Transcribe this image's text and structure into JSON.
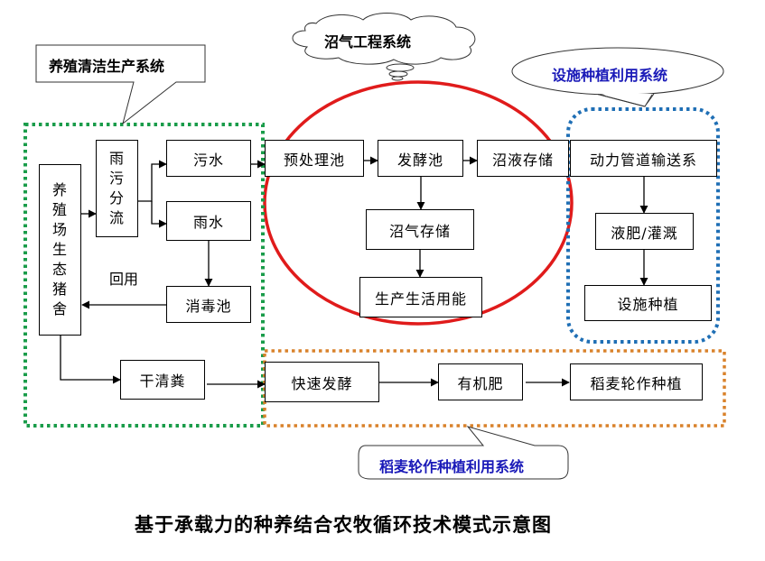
{
  "title": "基于承载力的种养结合农牧循环技术模式示意图",
  "colors": {
    "green_system": "#1a9c4a",
    "red_system": "#e01b1b",
    "blue_system": "#1f6fb5",
    "orange_system": "#d9822b",
    "callout_text_blue": "#1a1ab8"
  },
  "systems": {
    "breeding": {
      "label": "养殖清洁生产系统"
    },
    "biogas": {
      "label": "沼气工程系统"
    },
    "facility": {
      "label": "设施种植利用系统"
    },
    "rotation": {
      "label": "稻麦轮作种植利用系统"
    }
  },
  "nodes": {
    "pig_farm": {
      "chars": [
        "养",
        "殖",
        "场",
        "生",
        "态",
        "猪",
        "舍"
      ]
    },
    "rain_sewage_split": {
      "chars": [
        "雨",
        "污",
        "分",
        "流"
      ]
    },
    "sewage": {
      "label": "污水"
    },
    "rainwater": {
      "label": "雨水"
    },
    "disinfection_pool": {
      "label": "消毒池"
    },
    "dry_manure": {
      "label": "干清粪"
    },
    "pretreatment_pool": {
      "label": "预处理池"
    },
    "fermentation_pool": {
      "label": "发酵池"
    },
    "slurry_storage": {
      "label": "沼液存储"
    },
    "pipeline": {
      "label": "动力管道输送系"
    },
    "biogas_storage": {
      "label": "沼气存储"
    },
    "energy_use": {
      "label": "生产生活用能"
    },
    "liquid_fertilizer": {
      "label": "液肥/灌溉"
    },
    "facility_planting": {
      "label": "设施种植"
    },
    "fast_fermentation": {
      "label": "快速发酵"
    },
    "organic_fertilizer": {
      "label": "有机肥"
    },
    "rice_wheat_rotation": {
      "label": "稻麦轮作种植"
    }
  },
  "edge_labels": {
    "reuse": "回用"
  }
}
